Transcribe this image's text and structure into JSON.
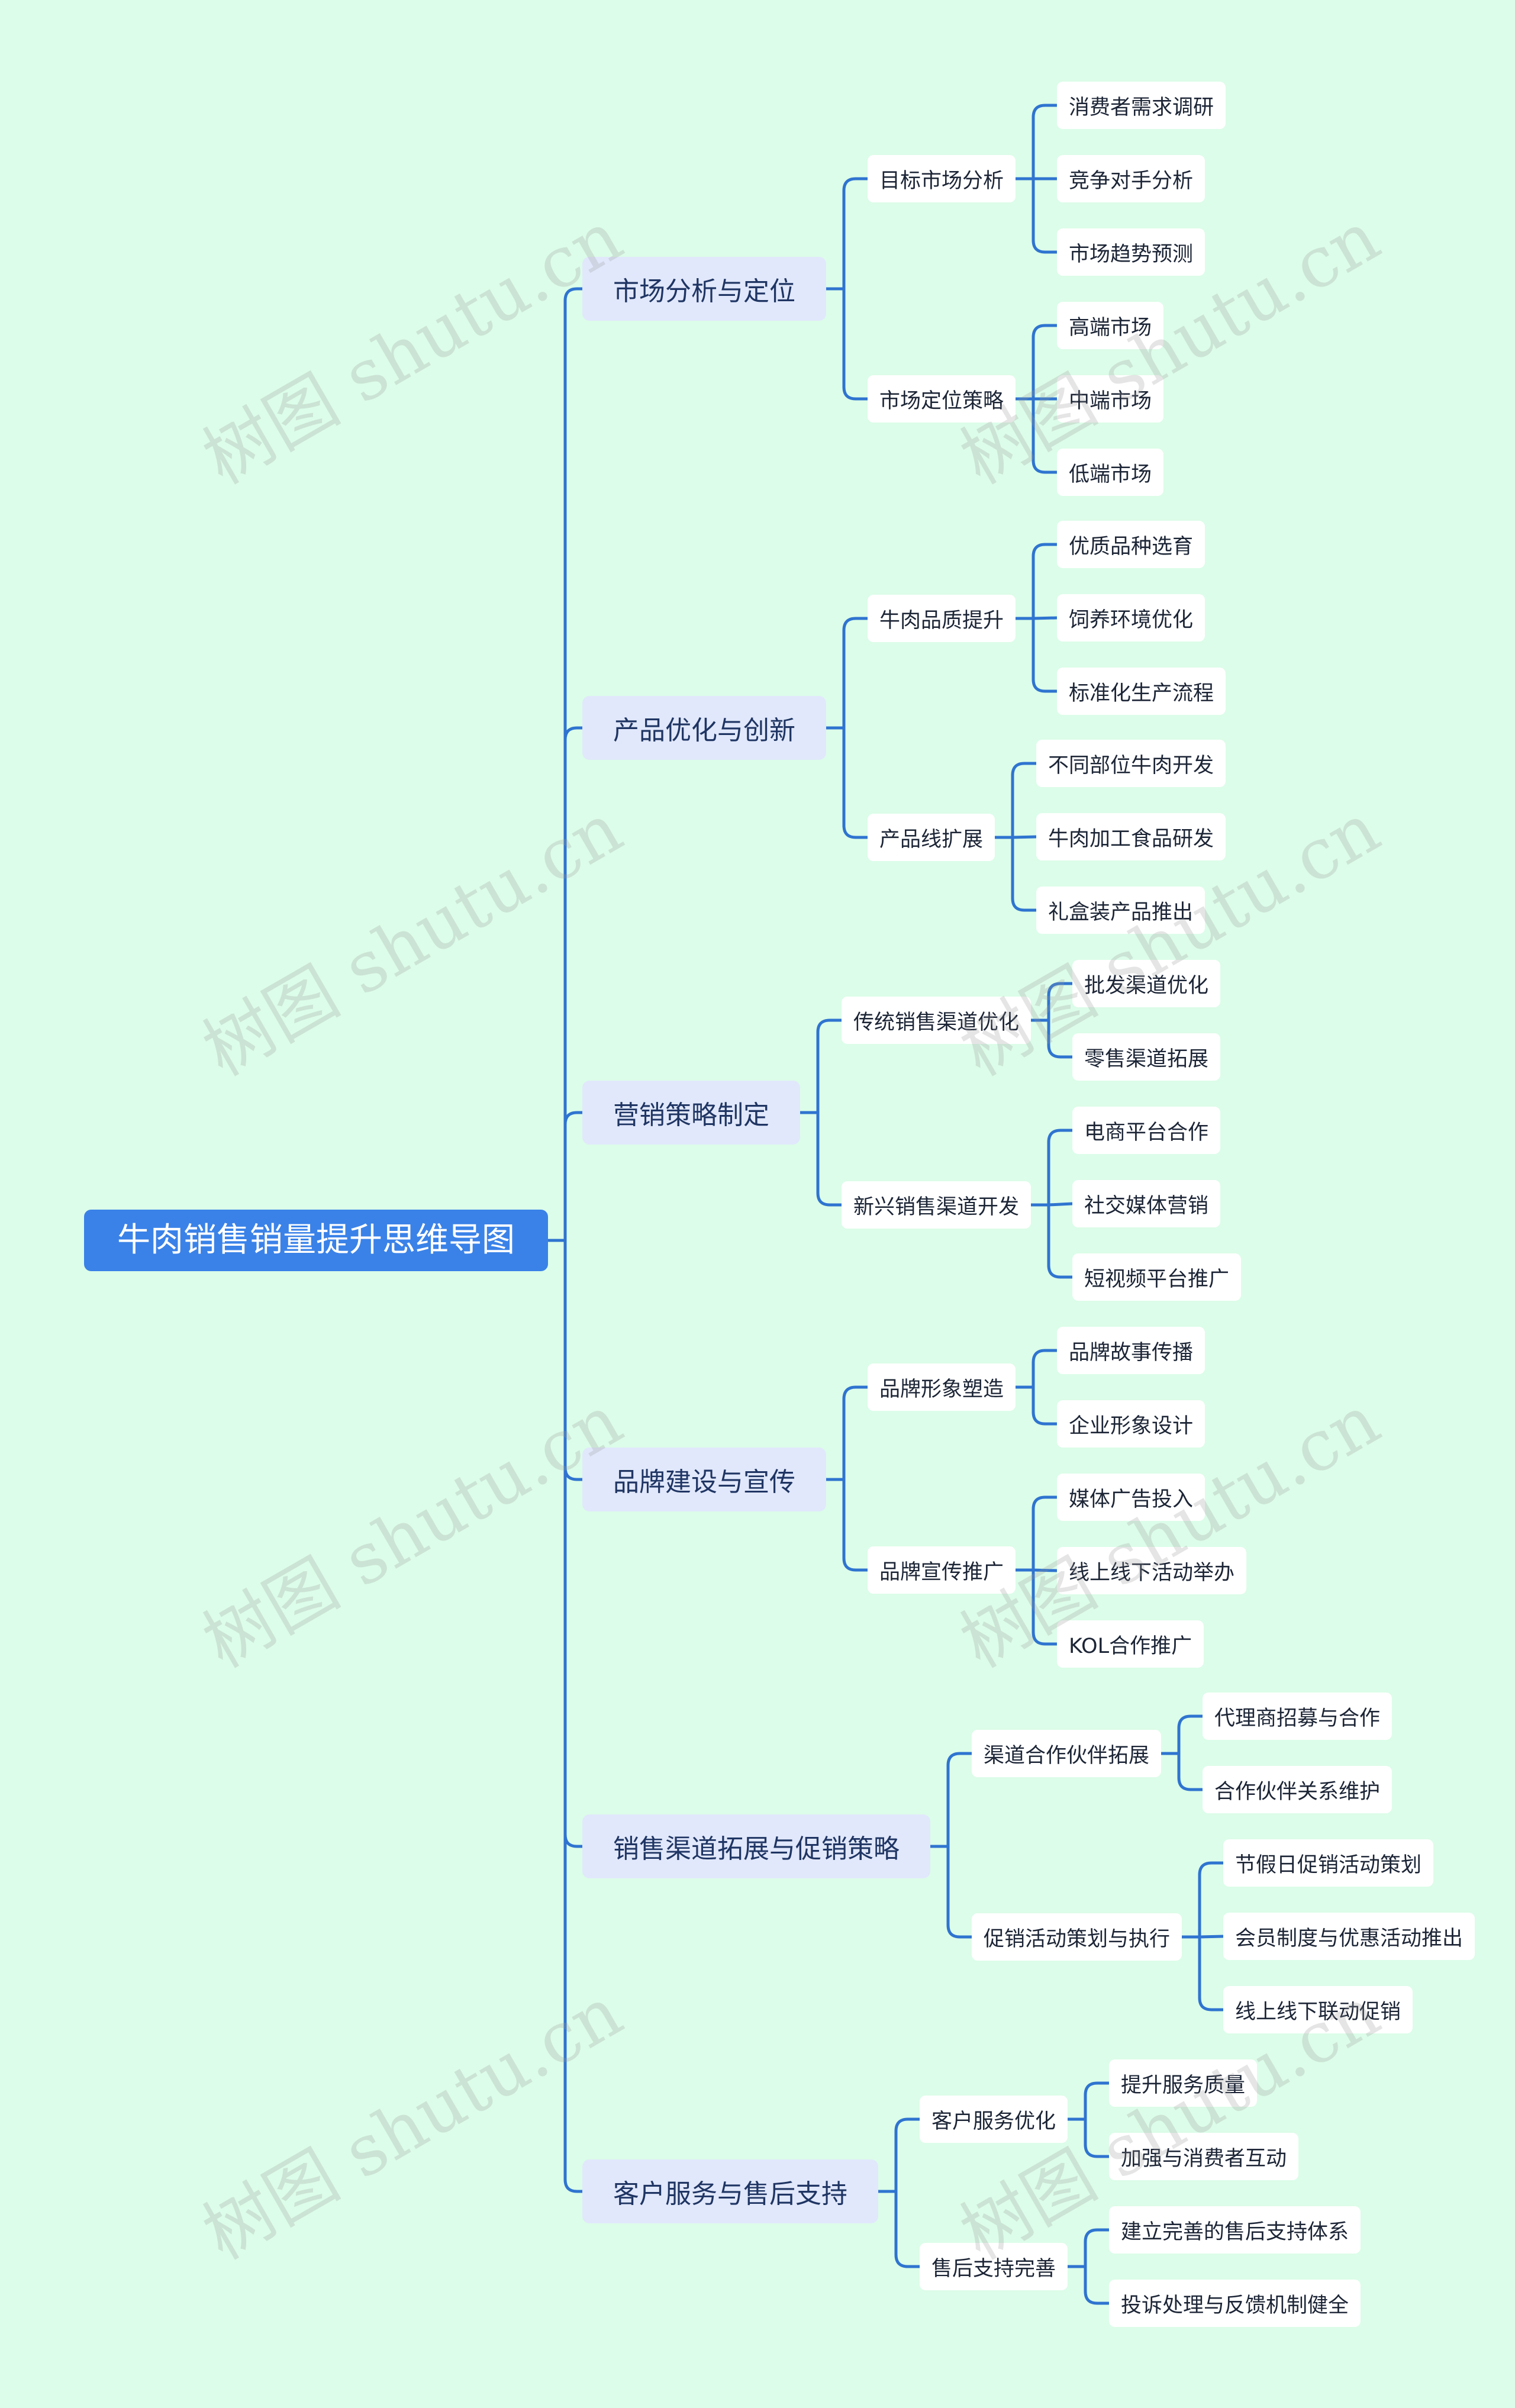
{
  "title": "牛肉销售销量提升思维导图",
  "watermark": "树图 shutu.cn",
  "colors": {
    "background": "#dcfde9",
    "root": "#3a82e8",
    "branch": "#e1e8fb",
    "line": "#2f74d0"
  },
  "branches": [
    {
      "label": "市场分析与定位",
      "children": [
        {
          "label": "目标市场分析",
          "children": [
            "消费者需求调研",
            "竞争对手分析",
            "市场趋势预测"
          ]
        },
        {
          "label": "市场定位策略",
          "children": [
            "高端市场",
            "中端市场",
            "低端市场"
          ]
        }
      ]
    },
    {
      "label": "产品优化与创新",
      "children": [
        {
          "label": "牛肉品质提升",
          "children": [
            "优质品种选育",
            "饲养环境优化",
            "标准化生产流程"
          ]
        },
        {
          "label": "产品线扩展",
          "children": [
            "不同部位牛肉开发",
            "牛肉加工食品研发",
            "礼盒装产品推出"
          ]
        }
      ]
    },
    {
      "label": "营销策略制定",
      "children": [
        {
          "label": "传统销售渠道优化",
          "children": [
            "批发渠道优化",
            "零售渠道拓展"
          ]
        },
        {
          "label": "新兴销售渠道开发",
          "children": [
            "电商平台合作",
            "社交媒体营销",
            "短视频平台推广"
          ]
        }
      ]
    },
    {
      "label": "品牌建设与宣传",
      "children": [
        {
          "label": "品牌形象塑造",
          "children": [
            "品牌故事传播",
            "企业形象设计"
          ]
        },
        {
          "label": "品牌宣传推广",
          "children": [
            "媒体广告投入",
            "线上线下活动举办",
            "KOL合作推广"
          ]
        }
      ]
    },
    {
      "label": "销售渠道拓展与促销策略",
      "children": [
        {
          "label": "渠道合作伙伴拓展",
          "children": [
            "代理商招募与合作",
            "合作伙伴关系维护"
          ]
        },
        {
          "label": "促销活动策划与执行",
          "children": [
            "节假日促销活动策划",
            "会员制度与优惠活动推出",
            "线上线下联动促销"
          ]
        }
      ]
    },
    {
      "label": "客户服务与售后支持",
      "children": [
        {
          "label": "客户服务优化",
          "children": [
            "提升服务质量",
            "加强与消费者互动"
          ]
        },
        {
          "label": "售后支持完善",
          "children": [
            "建立完善的售后支持体系",
            "投诉处理与反馈机制健全"
          ]
        }
      ]
    }
  ]
}
